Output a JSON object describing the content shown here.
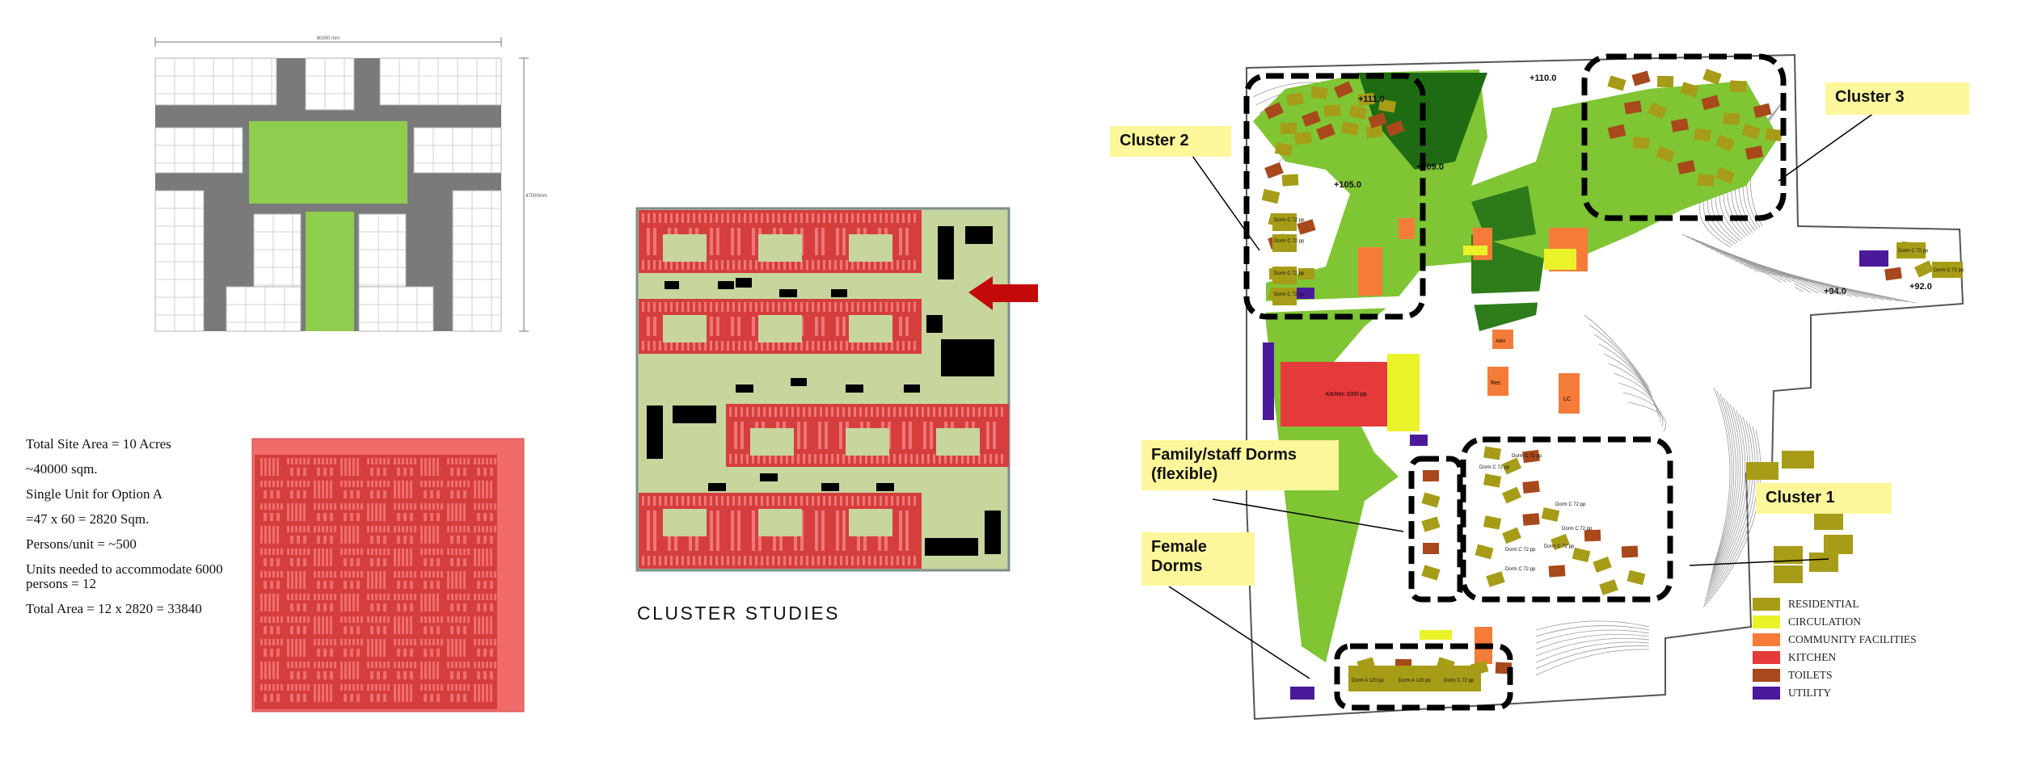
{
  "plan_diagram": {
    "width_dim": "60000 mm",
    "height_dim": "47000mm"
  },
  "stats": [
    "Total Site Area = 10 Acres",
    "~40000 sqm.",
    "Single Unit for Option A",
    "=47 x 60 = 2820 Sqm.",
    "Persons/unit = ~500",
    "Units needed to accommodate 6000 persons = 12",
    "Total Area = 12 x 2820 = 33840"
  ],
  "cluster_studies_title": "CLUSTER STUDIES",
  "site_plan": {
    "callouts": {
      "cluster2": "Cluster 2",
      "cluster3": "Cluster 3",
      "cluster1": "Cluster 1",
      "family": "Family/staff Dorms (flexible)",
      "female": "Female Dorms"
    },
    "elevations": [
      "+111.0",
      "+110.0",
      "+109.0",
      "+105.0",
      "+94.0",
      "+92.0"
    ],
    "labels": {
      "kitchen": "Kitchen 1000 pp",
      "dorm_c": "Dorm C 72 pp",
      "dorm_a": "Dorm A 120 pp",
      "rec": "Rec",
      "lc": "LC",
      "ad": "Adm"
    }
  },
  "legend": [
    {
      "label": "RESIDENTIAL",
      "color": "#a79c17"
    },
    {
      "label": "CIRCULATION",
      "color": "#eaf22a"
    },
    {
      "label": "COMMUNITY FACILITIES",
      "color": "#f57c38"
    },
    {
      "label": "KITCHEN",
      "color": "#e53a3a"
    },
    {
      "label": "TOILETS",
      "color": "#a8481b"
    },
    {
      "label": "UTILITY",
      "color": "#4a1a9a"
    }
  ]
}
